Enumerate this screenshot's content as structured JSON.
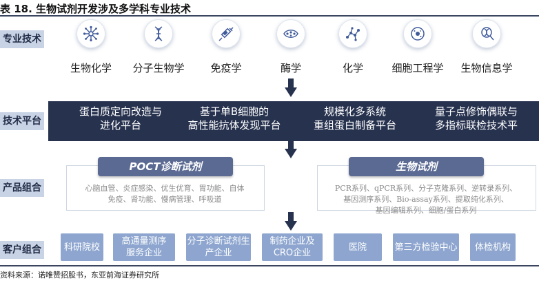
{
  "title": "表 18. 生物试剂开发涉及多学科专业技术",
  "row_labels": [
    "专业技术",
    "技术平台",
    "产品组合",
    "客户组合"
  ],
  "disciplines": [
    "生物化学",
    "分子生物学",
    "免疫学",
    "酶学",
    "化学",
    "细胞工程学",
    "生物信息学"
  ],
  "platforms": [
    {
      "line1": "蛋白质定向改造与",
      "line2": "进化平台"
    },
    {
      "line1": "基于单B细胞的",
      "line2": "高性能抗体发现平台"
    },
    {
      "line1": "规模化多系统",
      "line2": "重组蛋白制备平台"
    },
    {
      "line1": "量子点修饰偶联与",
      "line2": "多指标联检技术平"
    }
  ],
  "products": [
    {
      "header": "POCT诊断试剂",
      "lines": [
        "心脑血管、炎症感染、优生优育、胃功能、自体",
        "免疫、肾功能、慢病管理、呼吸道"
      ]
    },
    {
      "header": "生物试剂",
      "lines": [
        "PCR系列、qPCR系列、分子克隆系列、逆转录系列、",
        "基因测序系列、Bio-assay系列、提取纯化系列、",
        "基因编辑系列、细胞/蛋白系列"
      ]
    }
  ],
  "customers": [
    {
      "line1": "科研院校",
      "line2": ""
    },
    {
      "line1": "高通量测序",
      "line2": "服务企业"
    },
    {
      "line1": "分子诊断试剂生",
      "line2": "产企业"
    },
    {
      "line1": "制药企业及",
      "line2": "CRO企业"
    },
    {
      "line1": "医院",
      "line2": ""
    },
    {
      "line1": "第三方检验中心",
      "line2": ""
    },
    {
      "line1": "体检机构",
      "line2": ""
    }
  ],
  "source": "资料来源：诺唯赞招股书，东亚前海证券研究所",
  "colors": {
    "dark_navy": "#27324f",
    "header_blue": "#5b6a93",
    "customer_blue": "#8ea6cf",
    "label_bg": "#c9d3e6",
    "icon_accent": "#3f5a9a"
  }
}
